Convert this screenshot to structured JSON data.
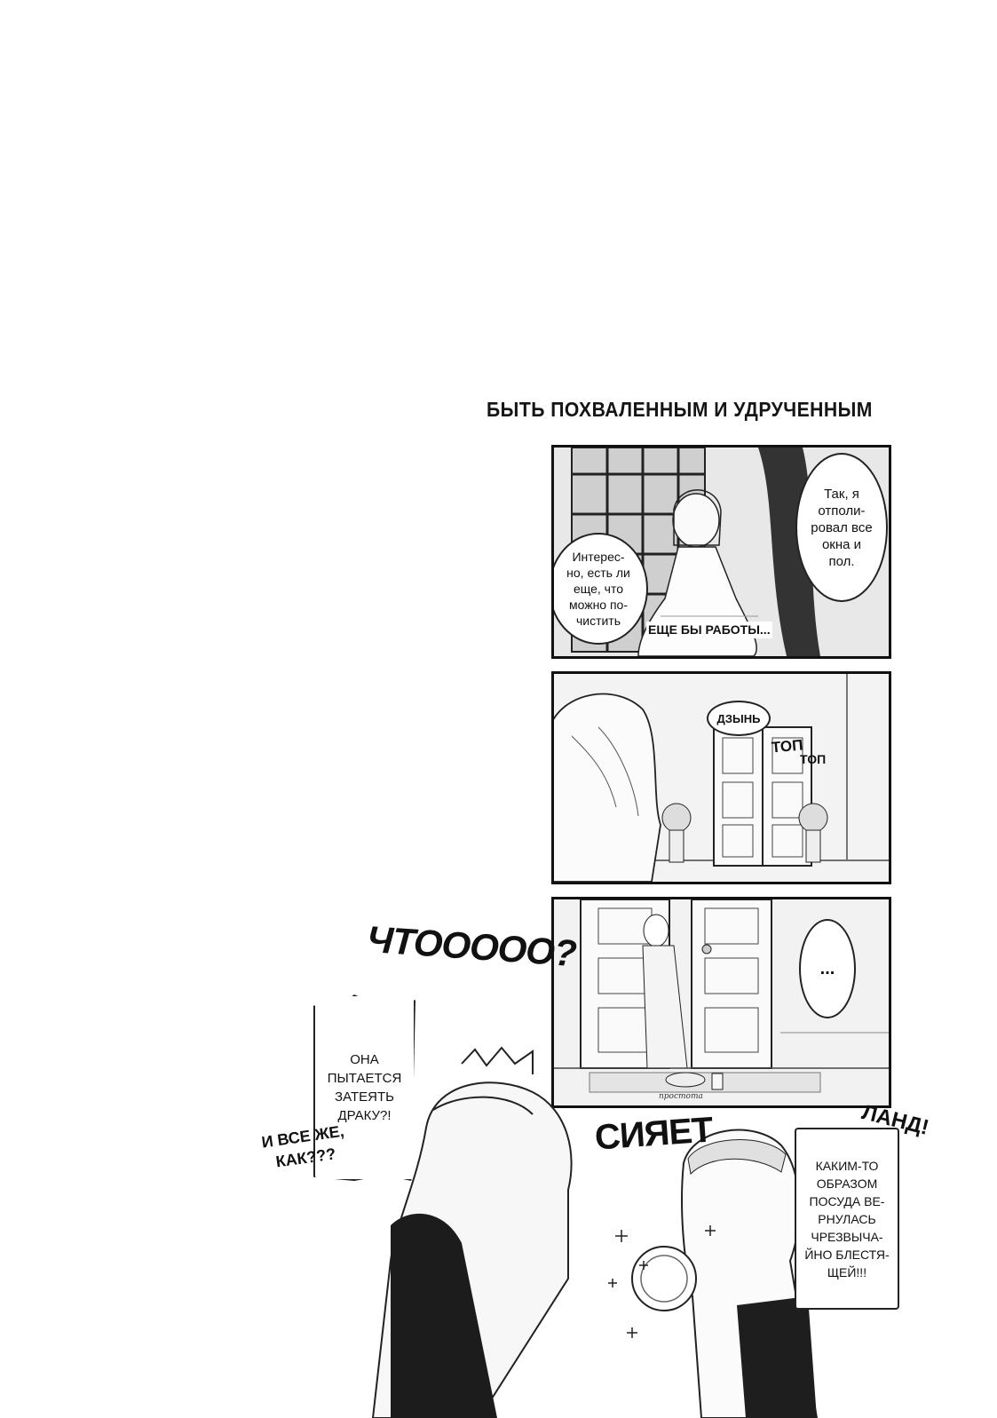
{
  "page": {
    "title": "БЫТЬ ПОХВАЛЕННЫМ И УДРУЧЕННЫМ"
  },
  "panel1": {
    "bubble_right": "Так, я\nотполи-\nровал все\nокна и\nпол.",
    "bubble_left": "Интерес-\nно, есть ли\nеще, что\nможно по-\nчистить",
    "caption": "ЕЩЕ БЫ РАБОТЫ..."
  },
  "panel2": {
    "sfx_ding": "ДЗЫНЬ",
    "sfx_step1": "ТОП",
    "sfx_step2": "ТОП"
  },
  "panel3": {
    "bubble": "...",
    "tray_label": "простота"
  },
  "bottom": {
    "sfx_what": "ЧТОOOOO?",
    "box_fight": "ОНА\nПЫТАЕТСЯ\nЗАТЕЯТЬ\nДРАКУ?!",
    "sfx_how": "И ВСЕ ЖЕ,\nКАК???",
    "sfx_shine": "СИЯЕТ",
    "sfx_ladno": "ЛАНД!",
    "box_dishes": "КАКИМ-ТО\nОБРАЗОМ\nПОСУДА ВЕ-\nРНУЛАСЬ\nЧРЕЗВЫЧА-\nЙНО БЛЕСТЯ-\nЩЕЙ!!!"
  }
}
